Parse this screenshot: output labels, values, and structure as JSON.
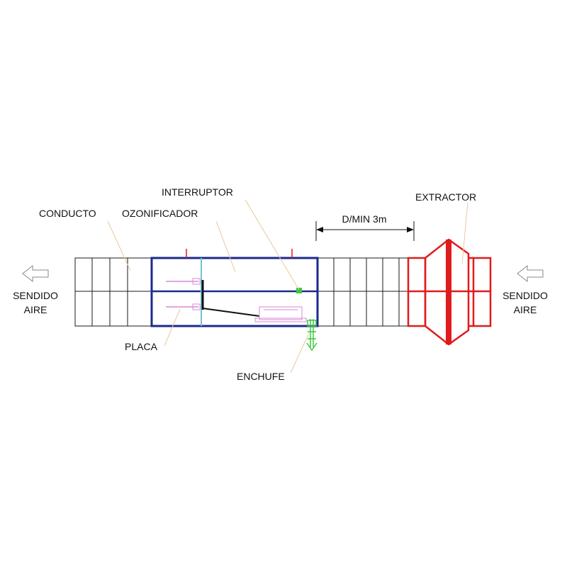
{
  "labels": {
    "conducto": "CONDUCTO",
    "ozonificador": "OZONIFICADOR",
    "interruptor": "INTERRUPTOR",
    "placa": "PLACA",
    "enchufe": "ENCHUFE",
    "extractor": "EXTRACTOR",
    "distance": "D/MIN 3m",
    "airflow_left": [
      "SENDIDO",
      "AIRE"
    ],
    "airflow_right": [
      "SENDIDO",
      "AIRE"
    ]
  },
  "colors": {
    "duct": "#1a1a1a",
    "ozonizer": "#1c2a8c",
    "extractor": "#e01b1b",
    "leader": "#e8c8a0",
    "plate": "#6fc3d6",
    "component": "#d98ad9",
    "plug": "#3cc83c",
    "arrow": "#888888"
  },
  "icons": {
    "airflow_left": "arrow-left-outline-icon",
    "airflow_right": "arrow-left-outline-icon"
  }
}
